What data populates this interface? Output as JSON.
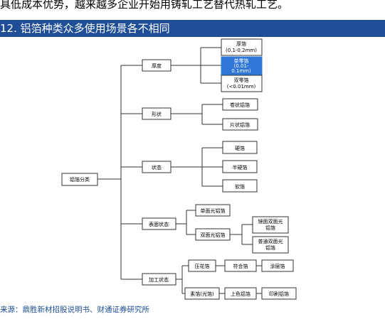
{
  "top_text": "具低成本优势，越来越多企业开始用铸轧工艺替代热轧工艺。",
  "title": "12. 铝箔种类众多使用场景各不相同",
  "diagram": {
    "root": "铝箔分类",
    "thickness": "厚度",
    "t_thick": [
      "厚箔",
      "(0.1-0.2mm)"
    ],
    "t_single": [
      "单零箔",
      "(0.01-",
      "0.1mm)"
    ],
    "t_double": [
      "双零箔",
      "(<0.01mm)"
    ],
    "shape": "形状",
    "s_roll": "卷状铝箔",
    "s_sheet": "片状铝箔",
    "state": "状态",
    "st_hard": "硬箔",
    "st_semi": "半硬箔",
    "st_soft": "软箔",
    "surface": "表面状态",
    "sf_single": "单面光铝箔",
    "sf_double": "双面光铝箔",
    "sf_mirror": [
      "镜面双面光",
      "铝箔"
    ],
    "sf_normal": [
      "普通双面光",
      "铝箔"
    ],
    "process": "加工状态",
    "p_emboss": "压花箔",
    "p_composite": "符合箔",
    "p_coated": "涂层箔",
    "p_plain": "素箔(光箔)",
    "p_colored": "上色铝箔",
    "p_printed": "印刷铝箔"
  },
  "source": "来源：鼎胜新材招股说明书、财通证券研究所",
  "colors": {
    "title_bar": "#1f4e97",
    "highlight": "#2f76d8",
    "source_text": "#1f4e97"
  }
}
